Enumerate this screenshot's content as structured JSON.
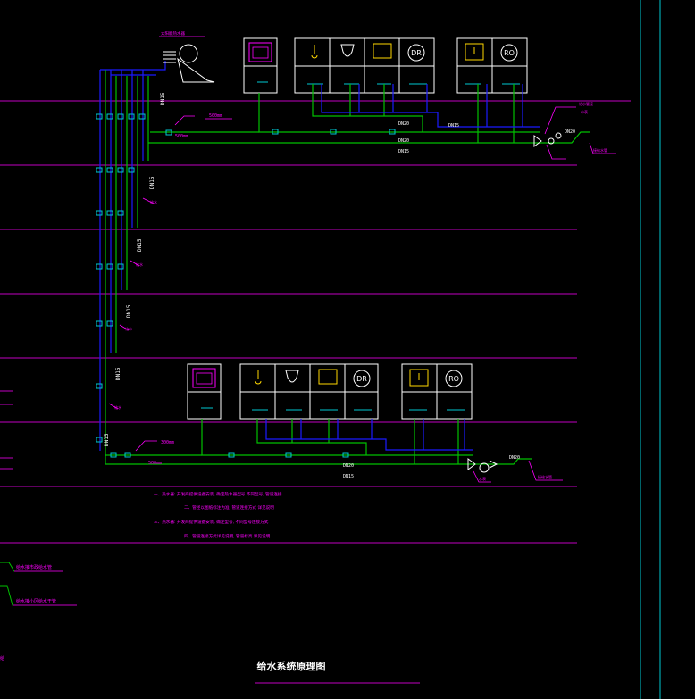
{
  "drawing": {
    "title": "给水系统原理图",
    "colors": {
      "background": "#000000",
      "floor": "#c000c0",
      "frame": "#00c8d2",
      "supply": "#00c000",
      "riser": "#1a1aff",
      "label": "#ff00ff",
      "fixture": "#ffffff",
      "text_white": "#ffffff"
    },
    "labels": {
      "dn15": "DN15",
      "dn20": "DN20",
      "len_upper": "500mm",
      "len_lower": "300mm",
      "note1": "一、热水器: 开发商提供设备安装, 确定热水器型号 不同型号, 管道连接",
      "note2": "二、管径以图纸标注为准, 管道连接方式 详见说明",
      "note3": "三、热水器: 开发商提供设备安装, 确定型号, 不同型号连接方式",
      "note4": "四、管道连接方式详见说明, 管道标高 详见说明"
    },
    "fixtures_upper_row1": [
      {
        "name": "washing-machine",
        "icon": "washer-icon"
      },
      {
        "name": "faucet",
        "icon": "faucet-icon"
      },
      {
        "name": "toilet",
        "icon": "toilet-icon"
      },
      {
        "name": "basin",
        "icon": "basin-icon"
      },
      {
        "name": "drinking",
        "icon": "DR"
      },
      {
        "name": "sink",
        "icon": "sink-icon"
      },
      {
        "name": "ro",
        "icon": "RO"
      }
    ],
    "fixture_codes": {
      "dr": "DR",
      "ro": "RO"
    }
  }
}
